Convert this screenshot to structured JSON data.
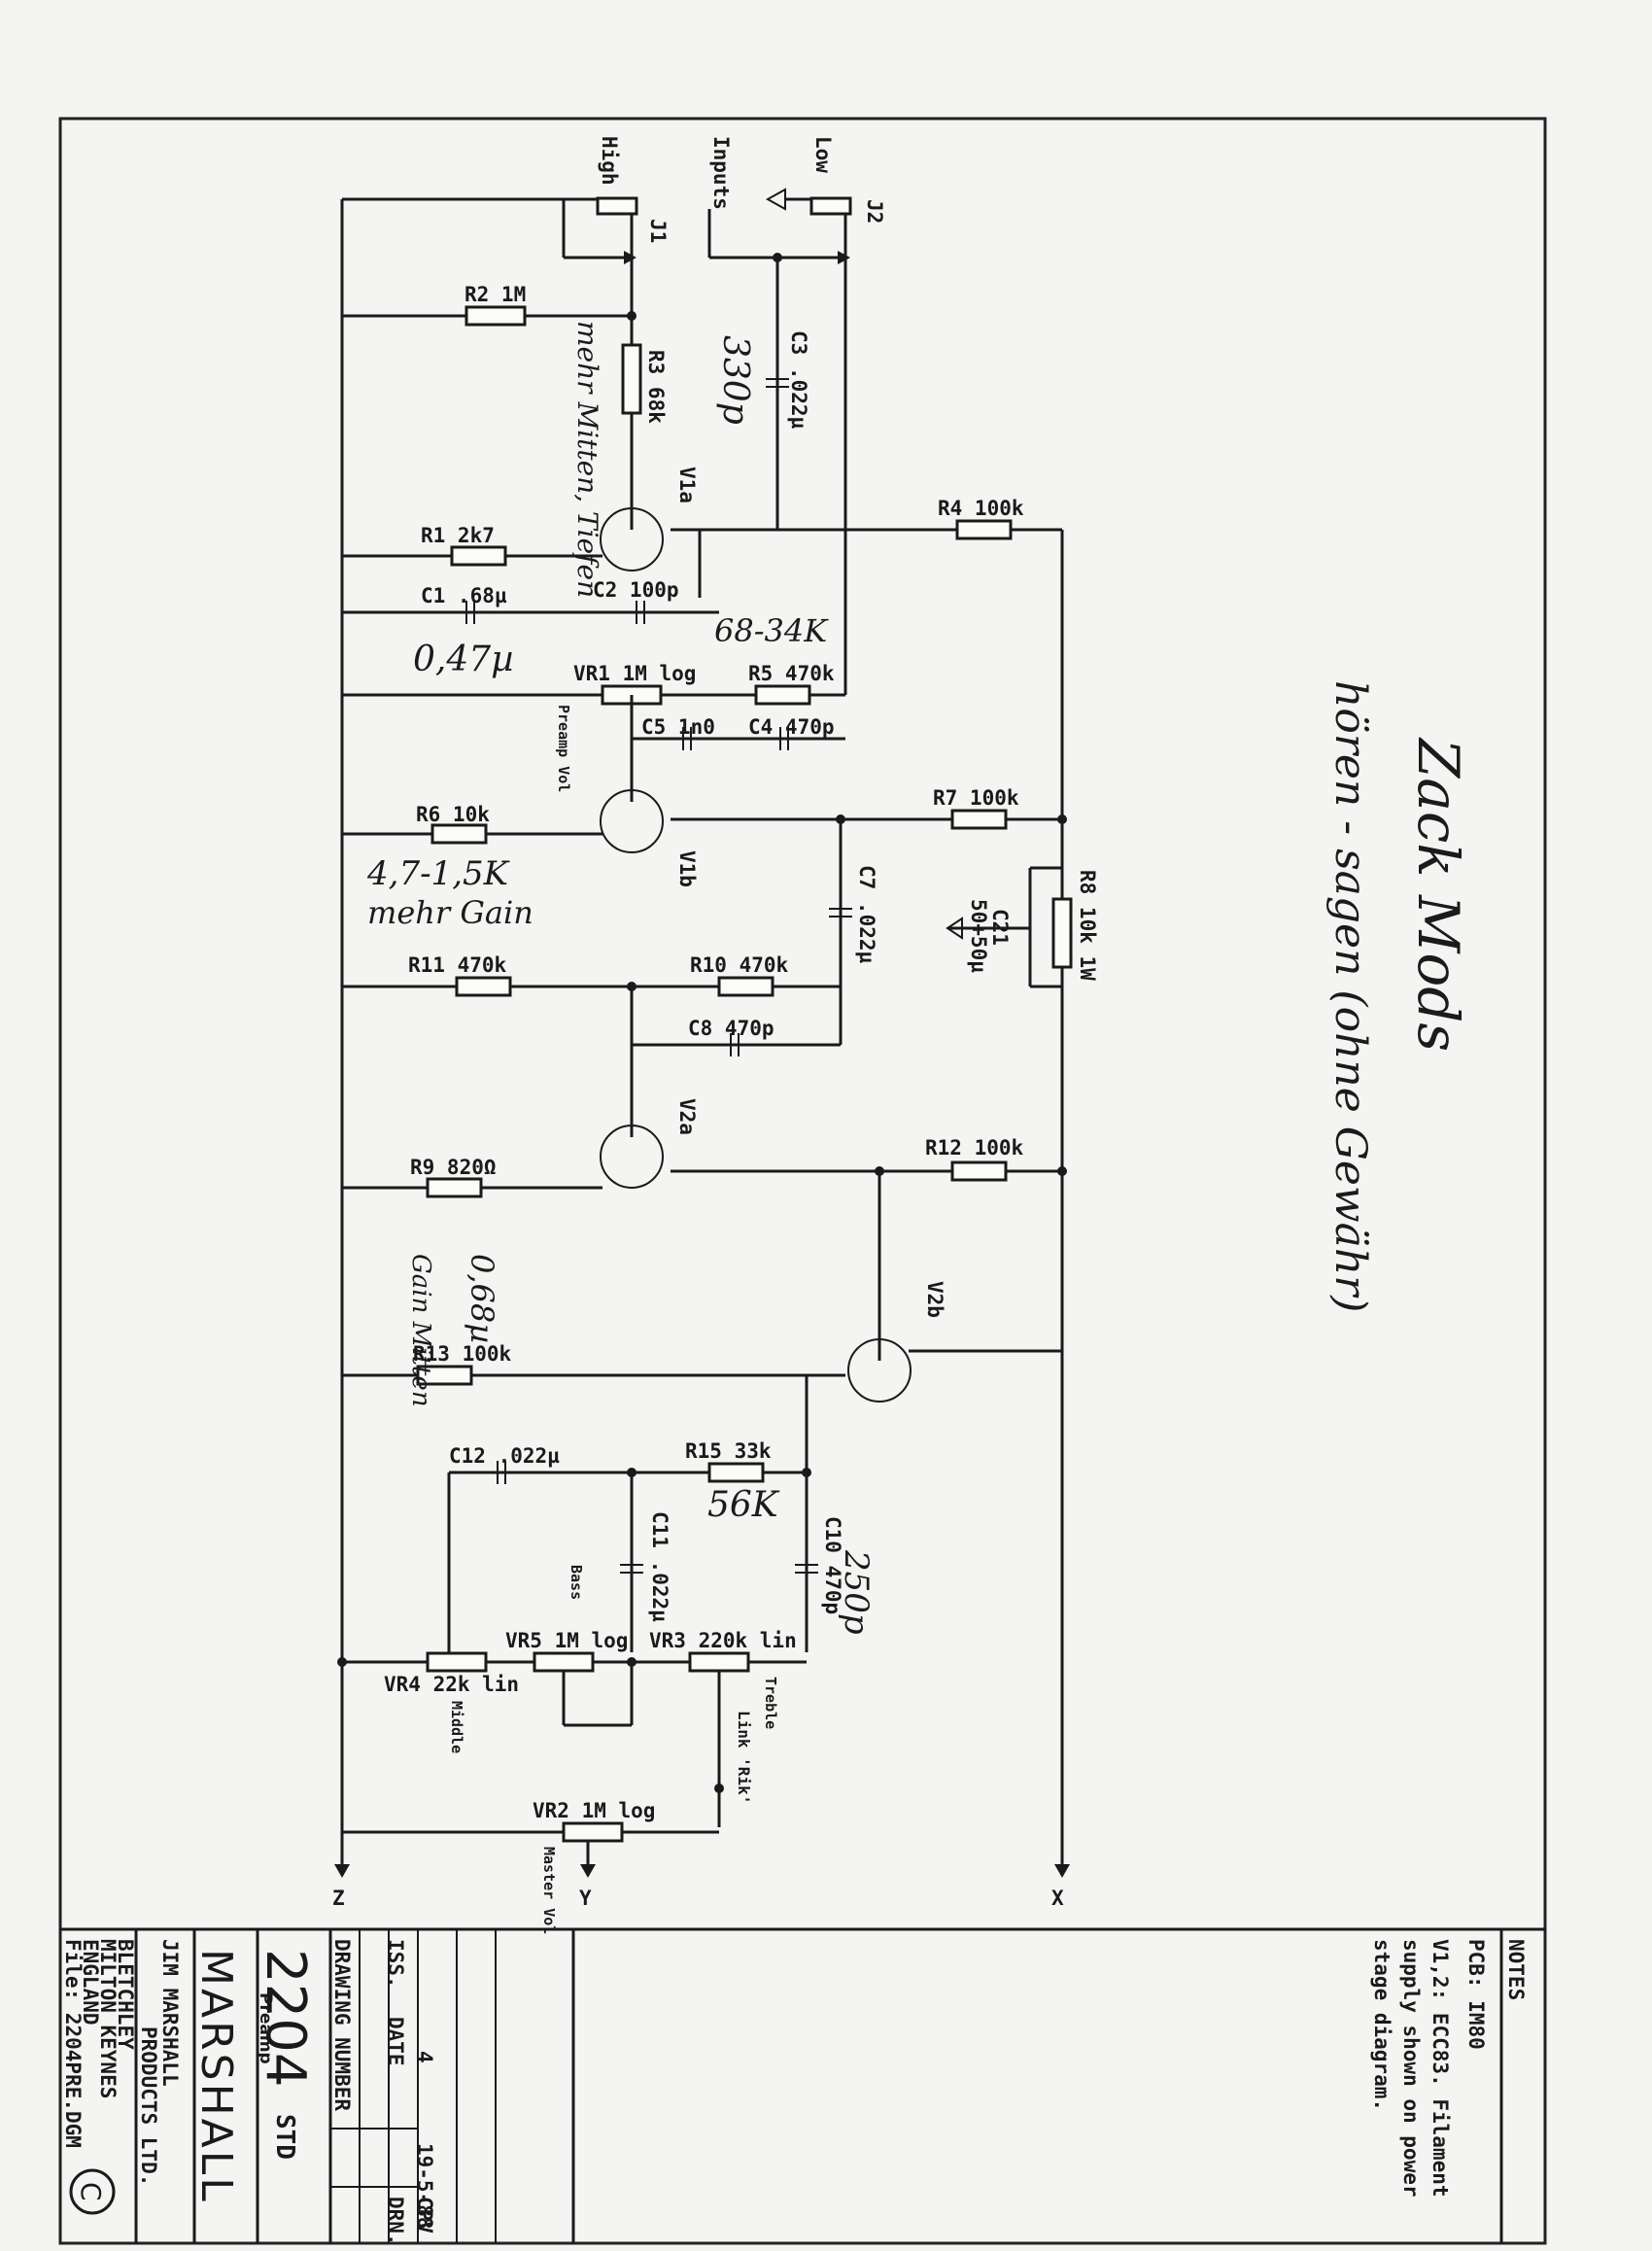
{
  "inputs": {
    "high": "High",
    "inputs": "Inputs",
    "low": "Low",
    "j1": "J1",
    "j2": "J2"
  },
  "components": {
    "R2": "R2 1M",
    "R3": "R3 68k",
    "C3": "C3 .022µ",
    "V1a": "V1a",
    "R4": "R4 100k",
    "R1": "R1 2k7",
    "C1": "C1 .68µ",
    "C2": "C2 100p",
    "VR1": "VR1 1M log",
    "VR1_role": "Preamp Vol",
    "R5": "R5 470k",
    "C5": "C5 1n0",
    "C4": "C4 470p",
    "R6": "R6 10k",
    "V1b": "V1b",
    "R7": "R7 100k",
    "C7": "C7 .022µ",
    "R8": "R8 10k 1W",
    "C21": "C21",
    "C21_value": "50+50µ",
    "R11": "R11 470k",
    "R10": "R10 470k",
    "C8": "C8 470p",
    "V2a": "V2a",
    "R9": "R9 820Ω",
    "R12": "R12 100k",
    "V2b": "V2b",
    "R13": "R13 100k",
    "C12": "C12 .022µ",
    "R15": "R15 33k",
    "C11": "C11 .022µ",
    "C10": "C10 470p",
    "VR4": "VR4 22k lin",
    "VR4_role": "Middle",
    "VR5": "VR5 1M log",
    "VR5_role": "Bass",
    "VR3": "VR3 220k lin",
    "VR3_role": "Treble",
    "link": "Link 'Rik'",
    "VR2": "VR2 1M log",
    "VR2_role": "Master Vol",
    "node_x": "X",
    "node_y": "Y",
    "node_z": "Z"
  },
  "handwritten": {
    "title": "Zack Mods",
    "subtitle": "hören - sagen (ohne Gewähr)",
    "r3_note": "mehr Mitten, Tiefen",
    "r3_cap": "330p",
    "c1_mod": "0,47µ",
    "r5_mod": "68-34K",
    "r6_mod": "4,7-1,5K",
    "r6_note": "mehr Gain",
    "r9_cap": "0,68µ",
    "r9_note": "Gain Mitten",
    "r15_mod": "56K",
    "c10_mod": "250p"
  },
  "notes": {
    "heading": "NOTES",
    "pcb": "PCB: IM80",
    "line1": "V1,2: ECC83. Filament",
    "line2": "supply shown on power",
    "line3": "stage diagram."
  },
  "title_block": {
    "drn_label": "DRN.",
    "drn_value": "CPV",
    "date_label": "DATE",
    "date_value": "19-5-88",
    "iss_label": "ISS.",
    "iss_value": "4",
    "drawing_number_label": "DRAWING NUMBER",
    "drawing_number": "2204",
    "drawing_suffix": "STD",
    "drawing_sub": "Preamp",
    "brand": "MARSHALL",
    "company1": "JIM MARSHALL",
    "company2": "PRODUCTS LTD.",
    "address1": "BLETCHLEY",
    "address2": "MILTON KEYNES",
    "address3": "ENGLAND",
    "file": "File: 2204PRE.DGM",
    "logo_glyph": "C"
  }
}
